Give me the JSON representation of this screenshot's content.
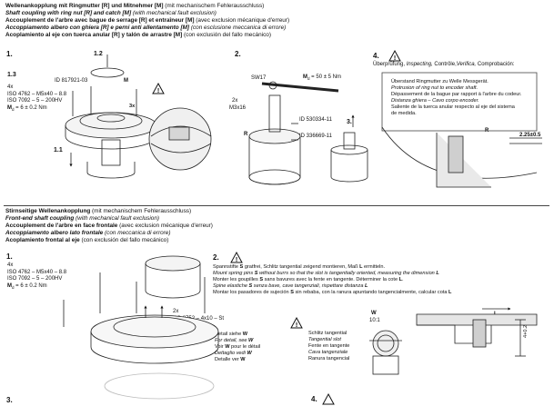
{
  "section1": {
    "title_lines": [
      {
        "b": "Wellenankopplung mit Ringmutter [R] und Mitnehmer [M]",
        "n": " (mit mechanischem Fehlerausschluss)"
      },
      {
        "b": "Shaft coupling with ring nut [R] and catch [M]",
        "n": " (with mechanical fault exclusion)"
      },
      {
        "b": "Accouplement de l'arbre avec bague de serrage [R] et entraîneur [M]",
        "n": " (avec exclusion mécanique d'erreur)"
      },
      {
        "b": "Accoppiamento albero con ghiera [R] e perni anti allentamento [M]",
        "n": " (con esclusione meccanica di errore)"
      },
      {
        "b": "Acoplamiento al eje con tuerca anular [R] y talón de arrastre [M]",
        "n": " (con exclusión del fallo mecánico)"
      }
    ],
    "step1": {
      "num": "1.",
      "sub_1_3": "1.3",
      "sub_1_2": "1.2",
      "sub_1_1": "1.1",
      "id_label": "ID 817921-03",
      "m_label": "M",
      "qty_4x": "4x",
      "iso_screw": "ISO 4762 – M5x40 – 8.8",
      "iso_washer": "ISO 7092 – 5 – 200HV",
      "torque": "M",
      "torque_sub": "d",
      "torque_val": " = 6 ± 0.2 Nm",
      "x3a": "3x",
      "x3b": "3x"
    },
    "step2": {
      "num": "2.",
      "sw": "SW17",
      "torque": "M",
      "torque_sub": "d",
      "torque_val": " = 50 ± 5 Nm",
      "qty": "2x",
      "screw": "M3x16",
      "id1": "ID 530334-11",
      "id2": "ID 336669-11",
      "r_label": "R",
      "sub3": "3."
    },
    "step4": {
      "num": "4.",
      "check": "Überprüfung, ",
      "check_i": "Inspecting, ",
      "check2": "Contrôle,",
      "check2_i": "Verifica, ",
      "check3": "Comprobación:",
      "lines": [
        {
          "t": "Überstand Ringmutter zu Welle Messgerät.",
          "i": false
        },
        {
          "t": "Protrusion of ring nut to encoder shaft.",
          "i": true
        },
        {
          "t": "Dépassement de la bague par rapport à l'arbre du codeur.",
          "i": false
        },
        {
          "t": "Distanza ghiera – Cavo corpo encoder.",
          "i": true
        },
        {
          "t": "Saliente de la tuerca anular respecto al eje del sistema",
          "i": false
        },
        {
          "t": "de medida.",
          "i": false
        }
      ],
      "r_label": "R",
      "dim": "2.25±0.5"
    }
  },
  "section2": {
    "title_lines": [
      {
        "b": "Stirnseitige Wellenankopplung",
        "n": " (mit mechanischem Fehlerausschluss)",
        "bi": false
      },
      {
        "b": "Front-end shaft coupling",
        "n": " (with mechanical fault exclusion)",
        "bi": true
      },
      {
        "b": "Accouplement de l'arbre en face frontale",
        "n": " (avec exclusion mécanique d'erreur)",
        "bi": false
      },
      {
        "b": "Accoppiamento albero lato frontale",
        "n": " (con meccanica di errore)",
        "bi": true
      },
      {
        "b": "Acoplamiento frontal al eje",
        "n": " (con exclusión del fallo mecánico)",
        "bi": false
      }
    ],
    "step1": {
      "num": "1.",
      "qty": "4x",
      "iso_screw": "ISO 4762 – M5x40 – 8.8",
      "iso_washer": "ISO 7092 – 5 – 200HV",
      "torque": "M",
      "torque_sub": "d",
      "torque_val": " = 6 ± 0.2 Nm"
    },
    "step2": {
      "num": "2.",
      "lines": [
        {
          "pre": "Spannstifte ",
          "s": "S",
          "post": " gratfrei, Schlitz tangential zeigend montieren, Maß ",
          "l": "L",
          "end": " ermitteln.",
          "i": false
        },
        {
          "pre": "Mount spring pins ",
          "s": "S",
          "post": " without burrs so that the slot is tangentially oriented, measuring the dimension ",
          "l": "L",
          "end": "",
          "i": true
        },
        {
          "pre": "Monter les goupilles ",
          "s": "S",
          "post": " sans bavures avec la fente en tangente. Déterminer la cote ",
          "l": "L",
          "end": ".",
          "i": false
        },
        {
          "pre": "Spine elastiche ",
          "s": "S",
          "post": " senza bave, cave tangenziali, rispettare distanza ",
          "l": "L",
          "end": "",
          "i": true
        },
        {
          "pre": "Montar los pasadores de sujeción ",
          "s": "S",
          "post": " sin rebaba,  con la ranura apuntando tangencialmente, calcular cota ",
          "l": "L",
          "end": "",
          "i": false
        }
      ],
      "qty": "2x",
      "s_label": "S",
      "iso_pin": "ISO 8752 – 4x10 – St",
      "detail": [
        {
          "t": "Detail siehe ",
          "w": "W",
          "i": false
        },
        {
          "t": "For detail, see ",
          "w": "W",
          "i": true
        },
        {
          "t": "Voir ",
          "w": "W",
          "t2": " pour le détail",
          "i": false
        },
        {
          "t": "Dettaglio vedi ",
          "w": "W",
          "i": true
        },
        {
          "t": "Detalle ver ",
          "w": "W",
          "i": false
        }
      ],
      "slot": [
        {
          "t": "Schlitz tangential",
          "i": false
        },
        {
          "t": "Tangential slot",
          "i": true
        },
        {
          "t": "Fente en tangente",
          "i": false
        },
        {
          "t": "Cava tangenziale",
          "i": true
        },
        {
          "t": "Ranura tangencial",
          "i": false
        }
      ],
      "w_label": "W",
      "scale": "10:1",
      "s_small": "S",
      "l_label": "L",
      "dim": "4+0.2"
    },
    "step3": {
      "num": "3."
    },
    "step4": {
      "num": "4."
    }
  }
}
